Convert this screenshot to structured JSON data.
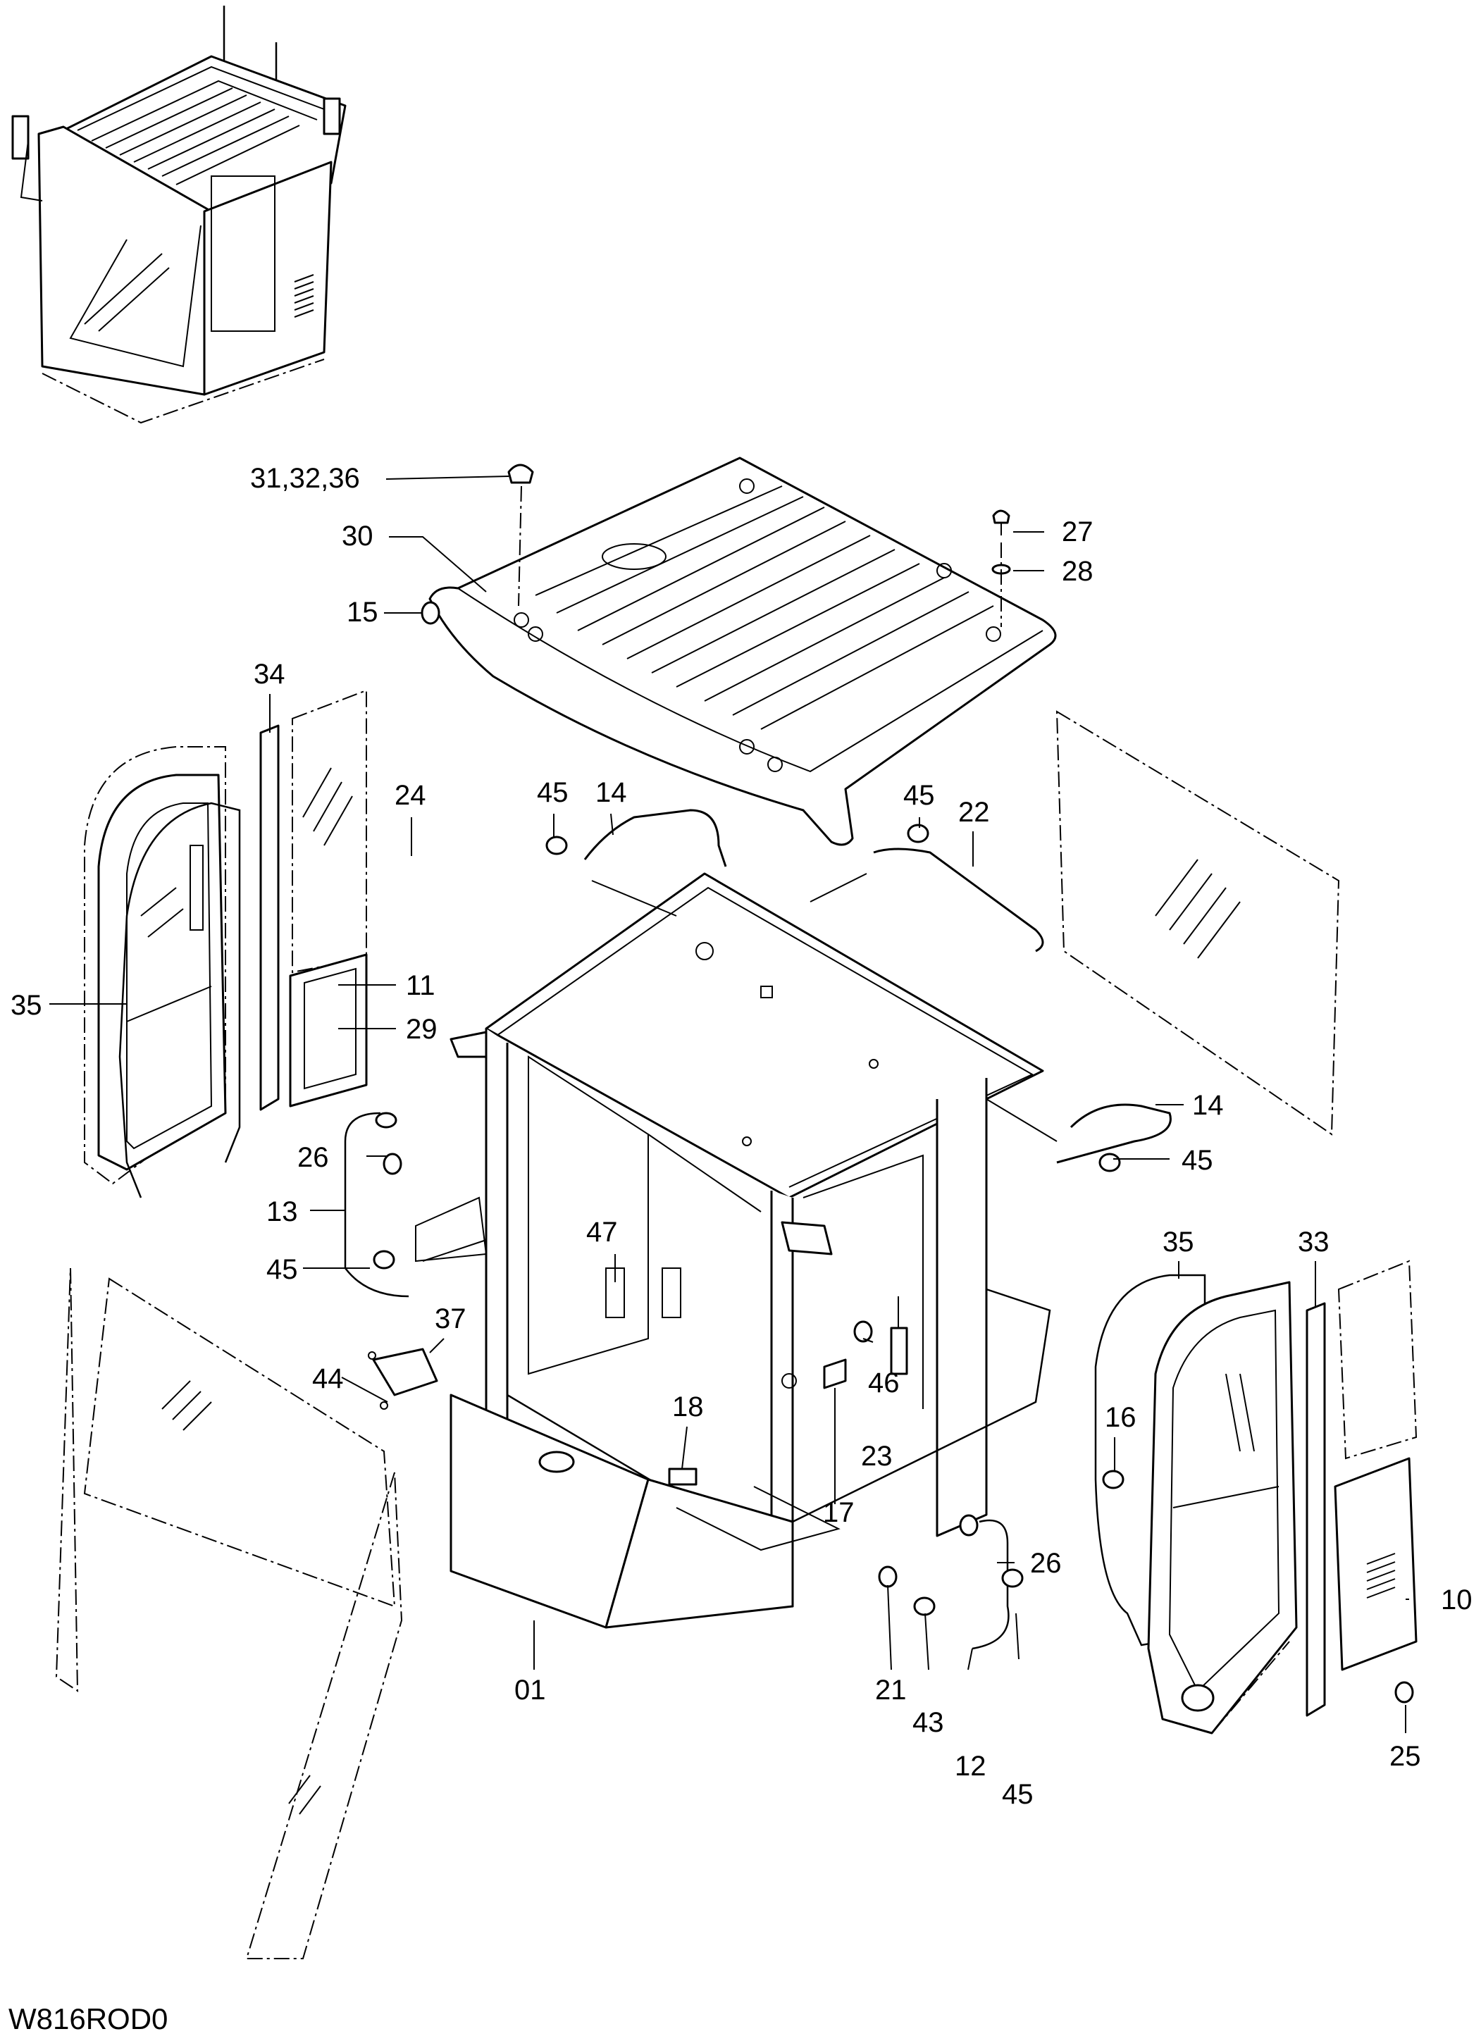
{
  "drawing_code": "W816ROD0",
  "callouts": [
    {
      "id": "c-31-32-36",
      "text": "31,32,36"
    },
    {
      "id": "c-30",
      "text": "30"
    },
    {
      "id": "c-15",
      "text": "15"
    },
    {
      "id": "c-27",
      "text": "27"
    },
    {
      "id": "c-28",
      "text": "28"
    },
    {
      "id": "c-34",
      "text": "34"
    },
    {
      "id": "c-24",
      "text": "24"
    },
    {
      "id": "c-45a",
      "text": "45"
    },
    {
      "id": "c-14a",
      "text": "14"
    },
    {
      "id": "c-45b",
      "text": "45"
    },
    {
      "id": "c-22",
      "text": "22"
    },
    {
      "id": "c-35a",
      "text": "35"
    },
    {
      "id": "c-11",
      "text": "11"
    },
    {
      "id": "c-29",
      "text": "29"
    },
    {
      "id": "c-14b",
      "text": "14"
    },
    {
      "id": "c-45c",
      "text": "45"
    },
    {
      "id": "c-26a",
      "text": "26"
    },
    {
      "id": "c-13",
      "text": "13"
    },
    {
      "id": "c-47",
      "text": "47"
    },
    {
      "id": "c-45d",
      "text": "45"
    },
    {
      "id": "c-35b",
      "text": "35"
    },
    {
      "id": "c-33",
      "text": "33"
    },
    {
      "id": "c-37",
      "text": "37"
    },
    {
      "id": "c-44",
      "text": "44"
    },
    {
      "id": "c-18",
      "text": "18"
    },
    {
      "id": "c-46",
      "text": "46"
    },
    {
      "id": "c-16",
      "text": "16"
    },
    {
      "id": "c-23",
      "text": "23"
    },
    {
      "id": "c-17",
      "text": "17"
    },
    {
      "id": "c-26b",
      "text": "26"
    },
    {
      "id": "c-10",
      "text": "10"
    },
    {
      "id": "c-01",
      "text": "01"
    },
    {
      "id": "c-21",
      "text": "21"
    },
    {
      "id": "c-43",
      "text": "43"
    },
    {
      "id": "c-12",
      "text": "12"
    },
    {
      "id": "c-45e",
      "text": "45"
    },
    {
      "id": "c-25",
      "text": "25"
    }
  ]
}
